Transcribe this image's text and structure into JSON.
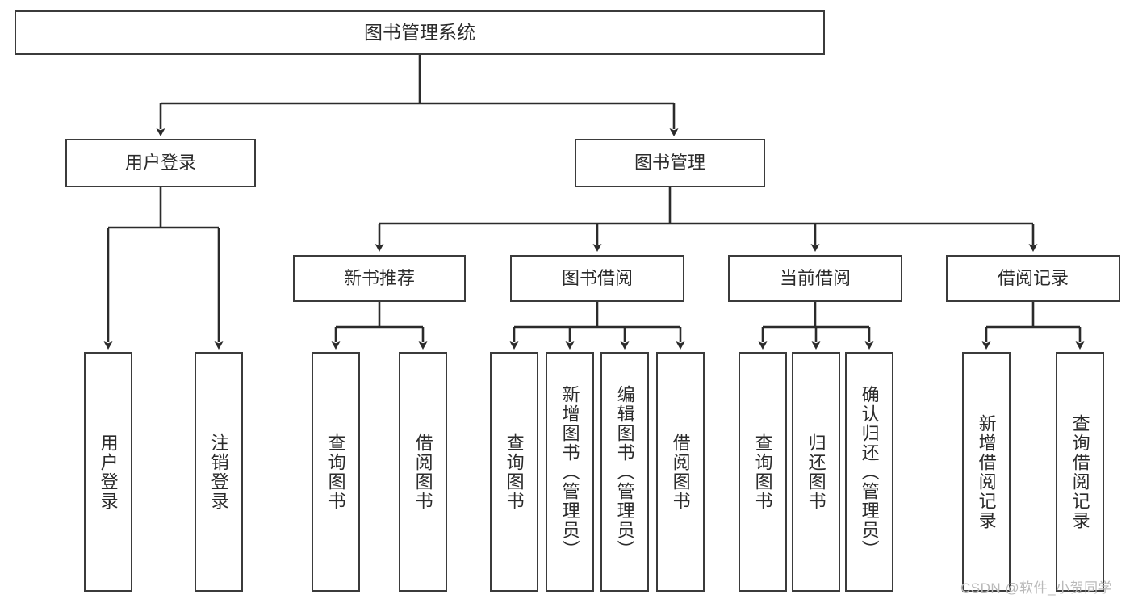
{
  "diagram": {
    "type": "tree-hierarchy",
    "title": "图书管理系统",
    "watermark": "CSDN @软件_小贺同学",
    "colors": {
      "border": "#3b3b3b",
      "background": "#ffffff",
      "text": "#2b2b2b",
      "watermark": "#b9b9b9"
    },
    "nodes": {
      "root": {
        "label": "图书管理系统"
      },
      "level1": [
        {
          "label": "用户登录"
        },
        {
          "label": "图书管理"
        }
      ],
      "level2": [
        {
          "label": "新书推荐"
        },
        {
          "label": "图书借阅"
        },
        {
          "label": "当前借阅"
        },
        {
          "label": "借阅记录"
        }
      ],
      "leaves": {
        "user_login": [
          {
            "label": "用户登录"
          },
          {
            "label": "注销登录"
          }
        ],
        "new_book": [
          {
            "label": "查询图书"
          },
          {
            "label": "借阅图书"
          }
        ],
        "borrow": [
          {
            "label": "查询图书"
          },
          {
            "label": "新增图书（管理员）"
          },
          {
            "label": "编辑图书（管理员）"
          },
          {
            "label": "借阅图书"
          }
        ],
        "current": [
          {
            "label": "查询图书"
          },
          {
            "label": "归还图书"
          },
          {
            "label": "确认归还（管理员）"
          }
        ],
        "records": [
          {
            "label": "新增借阅记录"
          },
          {
            "label": "查询借阅记录"
          }
        ]
      }
    },
    "edges": [
      {
        "from": "图书管理系统",
        "to": "用户登录"
      },
      {
        "from": "图书管理系统",
        "to": "图书管理"
      },
      {
        "from": "图书管理",
        "to": "新书推荐"
      },
      {
        "from": "图书管理",
        "to": "图书借阅"
      },
      {
        "from": "图书管理",
        "to": "当前借阅"
      },
      {
        "from": "图书管理",
        "to": "借阅记录"
      },
      {
        "from": "用户登录",
        "to": "用户登录"
      },
      {
        "from": "用户登录",
        "to": "注销登录"
      },
      {
        "from": "新书推荐",
        "to": "查询图书"
      },
      {
        "from": "新书推荐",
        "to": "借阅图书"
      },
      {
        "from": "图书借阅",
        "to": "查询图书"
      },
      {
        "from": "图书借阅",
        "to": "新增图书（管理员）"
      },
      {
        "from": "图书借阅",
        "to": "编辑图书（管理员）"
      },
      {
        "from": "图书借阅",
        "to": "借阅图书"
      },
      {
        "from": "当前借阅",
        "to": "查询图书"
      },
      {
        "from": "当前借阅",
        "to": "归还图书"
      },
      {
        "from": "当前借阅",
        "to": "确认归还（管理员）"
      },
      {
        "from": "借阅记录",
        "to": "新增借阅记录"
      },
      {
        "from": "借阅记录",
        "to": "查询借阅记录"
      }
    ]
  }
}
